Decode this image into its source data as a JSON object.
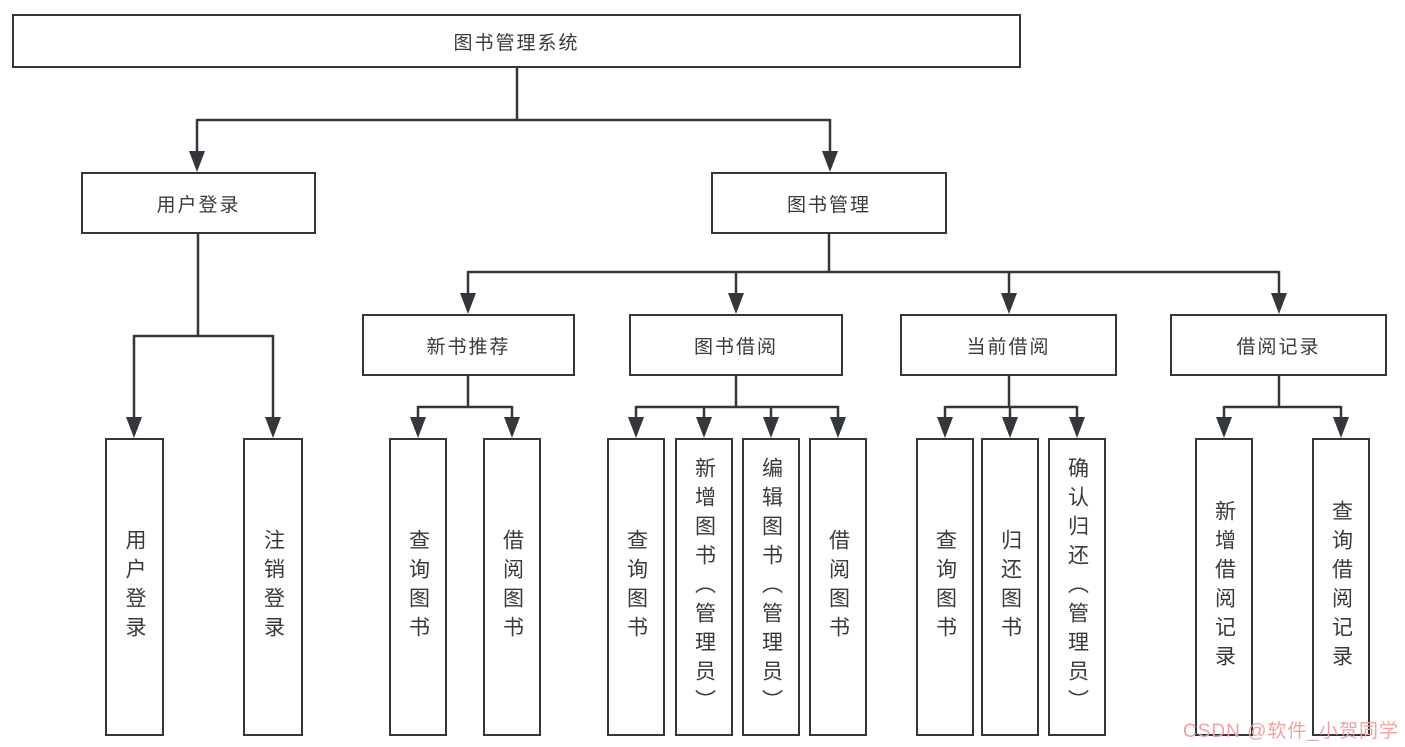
{
  "tree": {
    "label": "图书管理系统",
    "children": [
      {
        "label": "用户登录",
        "children": [
          {
            "label": "用户登录"
          },
          {
            "label": "注销登录"
          }
        ]
      },
      {
        "label": "图书管理",
        "children": [
          {
            "label": "新书推荐",
            "children": [
              {
                "label": "查询图书"
              },
              {
                "label": "借阅图书"
              }
            ]
          },
          {
            "label": "图书借阅",
            "children": [
              {
                "label": "查询图书"
              },
              {
                "label": "新增图书（管理员）"
              },
              {
                "label": "编辑图书（管理员）"
              },
              {
                "label": "借阅图书"
              }
            ]
          },
          {
            "label": "当前借阅",
            "children": [
              {
                "label": "查询图书"
              },
              {
                "label": "归还图书"
              },
              {
                "label": "确认归还（管理员）"
              }
            ]
          },
          {
            "label": "借阅记录",
            "children": [
              {
                "label": "新增借阅记录"
              },
              {
                "label": "查询借阅记录"
              }
            ]
          }
        ]
      }
    ]
  },
  "watermark": {
    "text": "CSDN @软件_小贺同学",
    "color": "#f0a2a2"
  },
  "colors": {
    "line": "#33373c",
    "text": "#3a3a3a",
    "background": "#ffffff"
  }
}
